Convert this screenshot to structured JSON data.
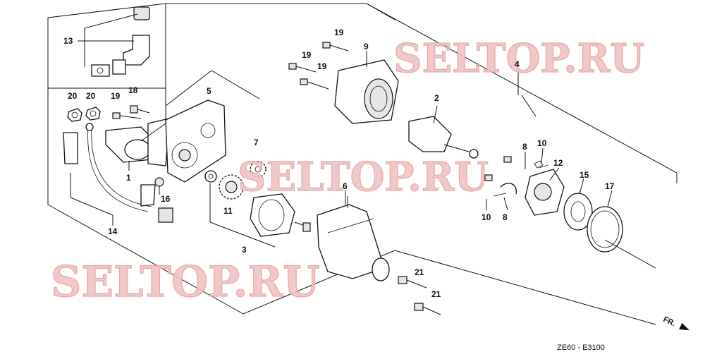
{
  "watermark": "SELTOP.RU",
  "diagram_code": "ZE60 - E3100",
  "front_marker": "FR.",
  "part_labels": {
    "p1": "1",
    "p2": "2",
    "p3": "3",
    "p4": "4",
    "p5": "5",
    "p6": "6",
    "p7": "7",
    "p8a": "8",
    "p8b": "8",
    "p9": "9",
    "p10a": "10",
    "p10b": "10",
    "p11": "11",
    "p12": "12",
    "p13": "13",
    "p14": "14",
    "p15": "15",
    "p16": "16",
    "p17": "17",
    "p18": "18",
    "p19a": "19",
    "p19b": "19",
    "p19c": "19",
    "p19d": "19",
    "p20a": "20",
    "p20b": "20",
    "p21a": "21",
    "p21b": "21"
  }
}
